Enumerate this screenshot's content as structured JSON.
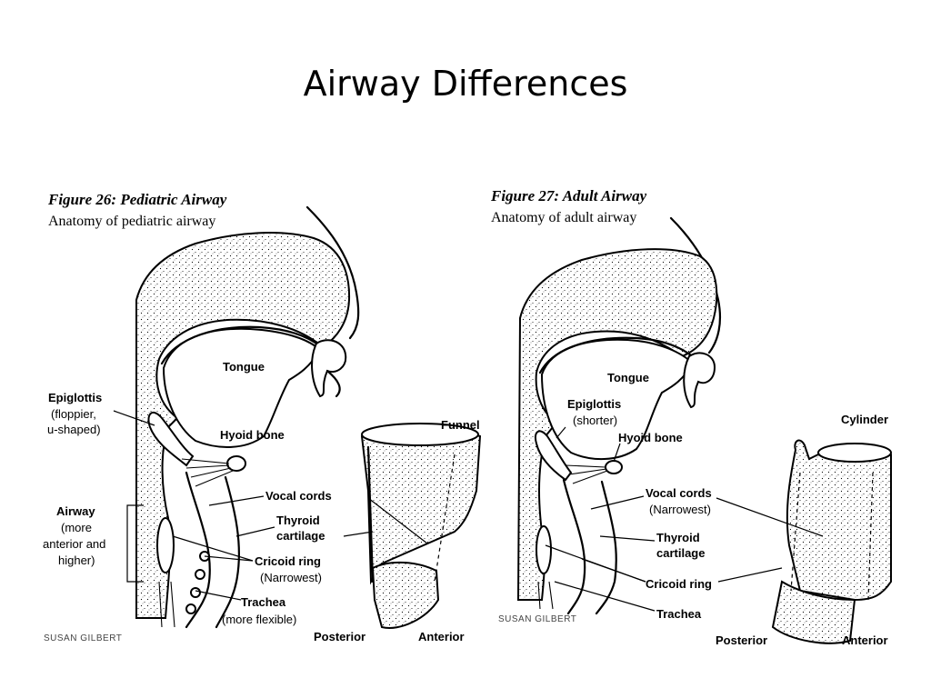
{
  "slide": {
    "title": "Airway Differences"
  },
  "pediatric": {
    "caption_title": "Figure 26: Pediatric Airway",
    "caption_subtitle": "Anatomy of  pediatric airway",
    "labels": {
      "tongue": "Tongue",
      "epiglottis": "Epiglottis",
      "epiglottis_note1": "(floppier,",
      "epiglottis_note2": "u-shaped)",
      "hyoid": "Hyoid bone",
      "airway": "Airway",
      "airway_note1": "(more",
      "airway_note2": "anterior and",
      "airway_note3": "higher)",
      "vocal_cords": "Vocal cords",
      "thyroid1": "Thyroid",
      "thyroid2": "cartilage",
      "cricoid": "Cricoid ring",
      "cricoid_note": "(Narrowest)",
      "trachea": "Trachea",
      "trachea_note": "(more flexible)",
      "funnel": "Funnel",
      "posterior": "Posterior",
      "anterior": "Anterior"
    },
    "credit": "SUSAN GILBERT"
  },
  "adult": {
    "caption_title": "Figure 27: Adult Airway",
    "caption_subtitle": "Anatomy of  adult airway",
    "labels": {
      "tongue": "Tongue",
      "epiglottis": "Epiglottis",
      "epiglottis_note": "(shorter)",
      "hyoid": "Hyoid bone",
      "vocal_cords": "Vocal cords",
      "vocal_note": "(Narrowest)",
      "thyroid1": "Thyroid",
      "thyroid2": "cartilage",
      "cricoid": "Cricoid ring",
      "trachea": "Trachea",
      "cylinder": "Cylinder",
      "posterior": "Posterior",
      "anterior": "Anterior"
    },
    "credit": "SUSAN GILBERT"
  }
}
